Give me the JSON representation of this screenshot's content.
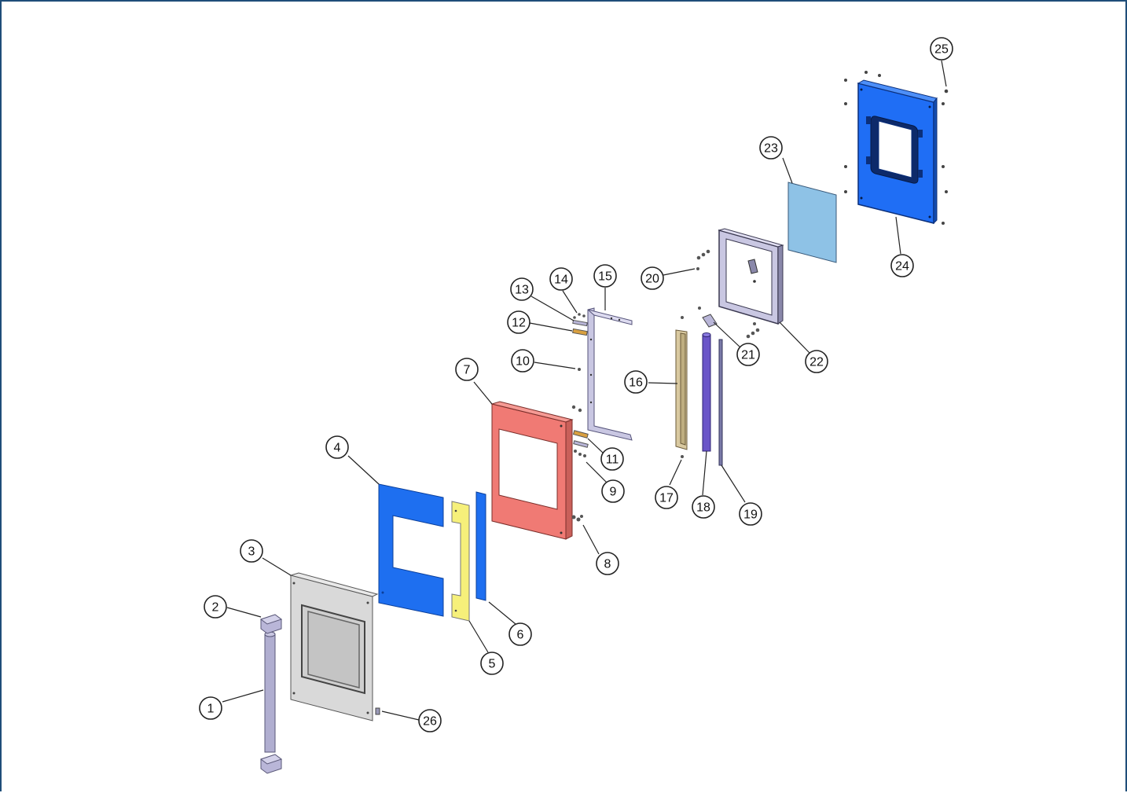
{
  "diagram": {
    "type": "exploded-assembly",
    "colors": {
      "frame_border": "#1f4e79",
      "blue_panel": "#1e6ff0",
      "blue_frame": "#1f6ef5",
      "salmon_panel": "#f07a74",
      "yellow_strip": "#f6f07a",
      "light_blue_glass": "#8ec2e6",
      "gray_panel": "#d9d9d9",
      "purple_rod": "#6a55c8",
      "lavender_part": "#b9b6d8",
      "tan_bar": "#d9c9a0"
    },
    "callouts": [
      {
        "label": "1",
        "part": "tube"
      },
      {
        "label": "2",
        "part": "hinge-block-top"
      },
      {
        "label": "3",
        "part": "door-panel"
      },
      {
        "label": "4",
        "part": "blue-plate"
      },
      {
        "label": "5",
        "part": "yellow-strip"
      },
      {
        "label": "6",
        "part": "blue-strip"
      },
      {
        "label": "7",
        "part": "salmon-panel"
      },
      {
        "label": "8",
        "part": "screws"
      },
      {
        "label": "9",
        "part": "screws"
      },
      {
        "label": "10",
        "part": "screw"
      },
      {
        "label": "11",
        "part": "bracket-bottom"
      },
      {
        "label": "12",
        "part": "bracket-top"
      },
      {
        "label": "13",
        "part": "washer"
      },
      {
        "label": "14",
        "part": "screw"
      },
      {
        "label": "15",
        "part": "c-channel"
      },
      {
        "label": "16",
        "part": "tan-bar"
      },
      {
        "label": "17",
        "part": "screw"
      },
      {
        "label": "18",
        "part": "purple-rod"
      },
      {
        "label": "19",
        "part": "thin-rod"
      },
      {
        "label": "20",
        "part": "screws"
      },
      {
        "label": "21",
        "part": "clip"
      },
      {
        "label": "22",
        "part": "lavender-frame"
      },
      {
        "label": "23",
        "part": "glass-panel"
      },
      {
        "label": "24",
        "part": "blue-frame"
      },
      {
        "label": "25",
        "part": "screw"
      },
      {
        "label": "26",
        "part": "pin"
      }
    ]
  }
}
